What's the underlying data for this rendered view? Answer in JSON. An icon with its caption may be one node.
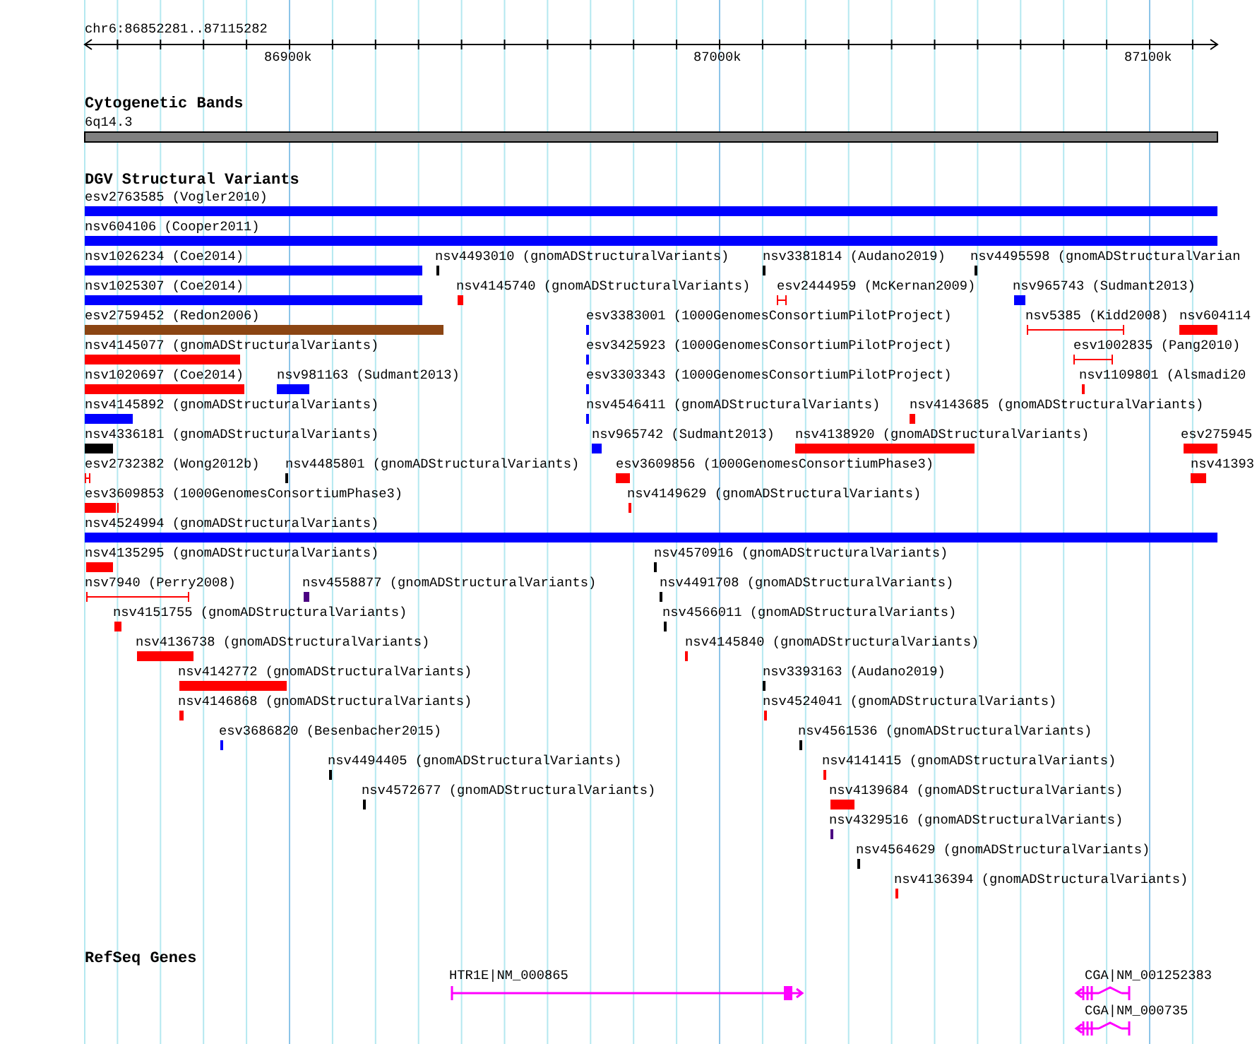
{
  "diagram": {
    "labels": [
      "chr6:86852281..87115282",
      "86900k",
      "87000k",
      "87100k",
      "Cytogenetic Bands",
      "6q14.3",
      "DGV Structural Variants",
      "esv2763585 (Vogler2010)",
      "nsv604106 (Cooper2011)",
      "nsv1026234 (Coe2014)",
      "nsv4493010 (gnomADStructuralVariants)",
      "nsv3381814 (Audano2019)",
      "nsv4495598 (gnomADStructuralVarian",
      "nsv1025307 (Coe2014)",
      "nsv4145740 (gnomADStructuralVariants)",
      "esv2444959 (McKernan2009)",
      "nsv965743 (Sudmant2013)",
      "esv2759452 (Redon2006)",
      "esv3383001 (1000GenomesConsortiumPilotProject)",
      "nsv5385 (Kidd2008)",
      "nsv604114",
      "nsv4145077 (gnomADStructuralVariants)",
      "esv3425923 (1000GenomesConsortiumPilotProject)",
      "esv1002835 (Pang2010)",
      "nsv1020697 (Coe2014)",
      "nsv981163 (Sudmant2013)",
      "esv3303343 (1000GenomesConsortiumPilotProject)",
      "nsv1109801 (Alsmadi20",
      "nsv4145892 (gnomADStructuralVariants)",
      "nsv4546411 (gnomADStructuralVariants)",
      "nsv4143685 (gnomADStructuralVariants)",
      "nsv4336181 (gnomADStructuralVariants)",
      "nsv965742 (Sudmant2013)",
      "nsv4138920 (gnomADStructuralVariants)",
      "esv275945",
      "esv2732382 (Wong2012b)",
      "nsv4485801 (gnomADStructuralVariants)",
      "esv3609856 (1000GenomesConsortiumPhase3)",
      "nsv41393",
      "esv3609853 (1000GenomesConsortiumPhase3)",
      "nsv4149629 (gnomADStructuralVariants)",
      "nsv4524994 (gnomADStructuralVariants)",
      "nsv4135295 (gnomADStructuralVariants)",
      "nsv4570916 (gnomADStructuralVariants)",
      "nsv7940 (Perry2008)",
      "nsv4558877 (gnomADStructuralVariants)",
      "nsv4491708 (gnomADStructuralVariants)",
      "nsv4151755 (gnomADStructuralVariants)",
      "nsv4566011 (gnomADStructuralVariants)",
      "nsv4136738 (gnomADStructuralVariants)",
      "nsv4145840 (gnomADStructuralVariants)",
      "nsv4142772 (gnomADStructuralVariants)",
      "nsv3393163 (Audano2019)",
      "nsv4146868 (gnomADStructuralVariants)",
      "nsv4524041 (gnomADStructuralVariants)",
      "esv3686820 (Besenbacher2015)",
      "nsv4561536 (gnomADStructuralVariants)",
      "nsv4494405 (gnomADStructuralVariants)",
      "nsv4141415 (gnomADStructuralVariants)",
      "nsv4572677 (gnomADStructuralVariants)",
      "nsv4139684 (gnomADStructuralVariants)",
      "nsv4329516 (gnomADStructuralVariants)",
      "nsv4564629 (gnomADStructuralVariants)",
      "nsv4136394 (gnomADStructuralVariants)",
      "RefSeq Genes",
      "HTR1E|NM_000865",
      "CGA|NM_001252383",
      "CGA|NM_000735"
    ]
  }
}
